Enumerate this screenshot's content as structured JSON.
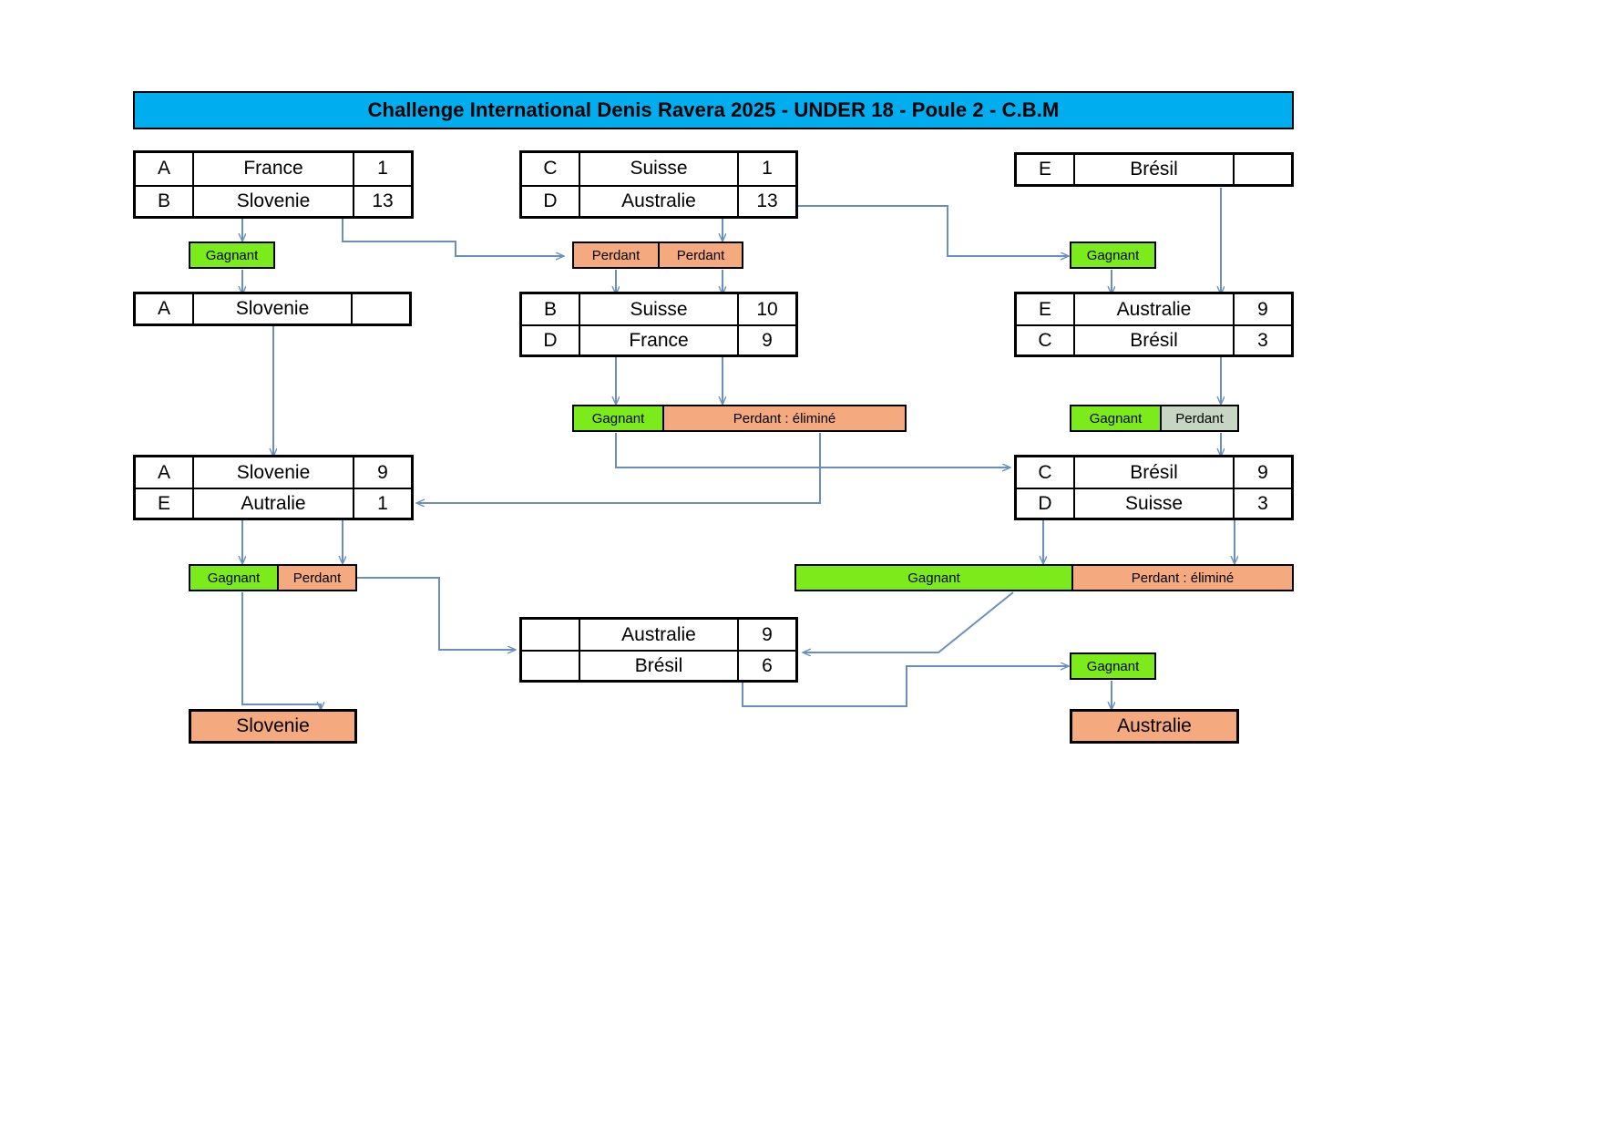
{
  "title": "Challenge International Denis Ravera 2025 - UNDER 18 - Poule 2  - C.B.M",
  "colors": {
    "banner": "#00AEEF",
    "winner": "#7CEB1C",
    "loser": "#F4A97E",
    "loser_grey": "#C6D6C2",
    "connector": "#6A8FBF",
    "border": "#000000"
  },
  "matches": {
    "m1": {
      "rows": [
        {
          "letter": "A",
          "team": "France",
          "score": "1"
        },
        {
          "letter": "B",
          "team": "Slovenie",
          "score": "13"
        }
      ]
    },
    "m2": {
      "rows": [
        {
          "letter": "C",
          "team": "Suisse",
          "score": "1"
        },
        {
          "letter": "D",
          "team": "Australie",
          "score": "13"
        }
      ]
    },
    "m3": {
      "rows": [
        {
          "letter": "E",
          "team": "Brésil",
          "score": ""
        }
      ]
    },
    "m4": {
      "rows": [
        {
          "letter": "A",
          "team": "Slovenie",
          "score": ""
        }
      ]
    },
    "m5": {
      "rows": [
        {
          "letter": "B",
          "team": "Suisse",
          "score": "10"
        },
        {
          "letter": "D",
          "team": "France",
          "score": "9"
        }
      ]
    },
    "m6": {
      "rows": [
        {
          "letter": "E",
          "team": "Australie",
          "score": "9"
        },
        {
          "letter": "C",
          "team": "Brésil",
          "score": "3"
        }
      ]
    },
    "m7": {
      "rows": [
        {
          "letter": "A",
          "team": "Slovenie",
          "score": "9"
        },
        {
          "letter": "E",
          "team": "Autralie",
          "score": "1"
        }
      ]
    },
    "m8": {
      "rows": [
        {
          "letter": "C",
          "team": "Brésil",
          "score": "9"
        },
        {
          "letter": "D",
          "team": "Suisse",
          "score": "3"
        }
      ]
    },
    "m9": {
      "rows": [
        {
          "letter": "",
          "team": "Australie",
          "score": "9"
        },
        {
          "letter": "",
          "team": "Brésil",
          "score": "6"
        }
      ]
    }
  },
  "chips": {
    "c1": [
      {
        "label": "Gagnant",
        "style": "green"
      }
    ],
    "c2": [
      {
        "label": "Perdant",
        "style": "orange"
      },
      {
        "label": "Perdant",
        "style": "orange"
      }
    ],
    "c3": [
      {
        "label": "Gagnant",
        "style": "green"
      }
    ],
    "c4": [
      {
        "label": "Gagnant",
        "style": "green"
      },
      {
        "label": "Perdant : éliminé",
        "style": "orange"
      }
    ],
    "c5": [
      {
        "label": "Gagnant",
        "style": "green"
      },
      {
        "label": "Perdant",
        "style": "grey"
      }
    ],
    "c6": [
      {
        "label": "Gagnant",
        "style": "green"
      },
      {
        "label": "Perdant",
        "style": "orange"
      }
    ],
    "c7": [
      {
        "label": "Gagnant",
        "style": "green"
      },
      {
        "label": "Perdant : éliminé",
        "style": "orange"
      }
    ],
    "c8": [
      {
        "label": "Gagnant",
        "style": "green"
      }
    ]
  },
  "finals": {
    "left": {
      "label": "Slovenie"
    },
    "right": {
      "label": "Australie"
    }
  }
}
